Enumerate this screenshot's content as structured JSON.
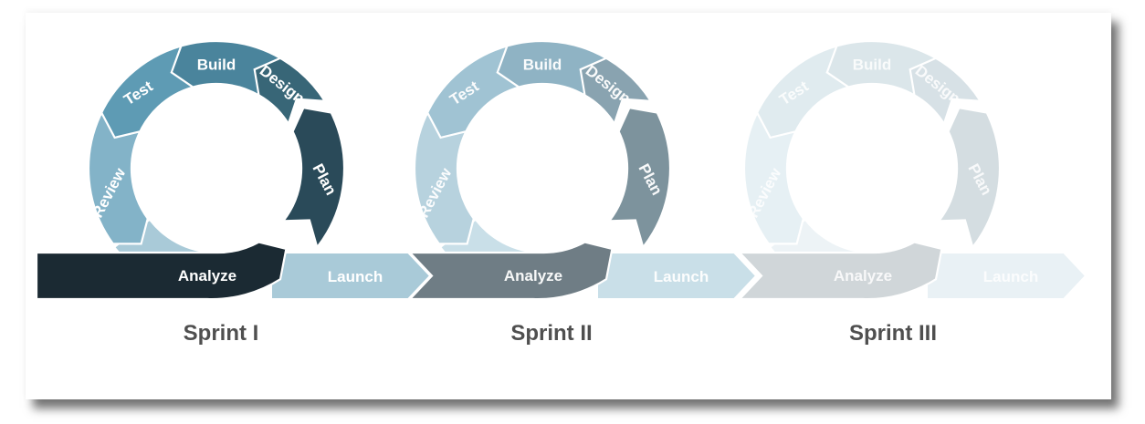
{
  "diagram": {
    "phases": [
      "Analyze",
      "Plan",
      "Design",
      "Build",
      "Test",
      "Review",
      "Launch"
    ],
    "sprints": [
      {
        "name": "Sprint I",
        "colors": {
          "Analyze": "#1b2a33",
          "Plan": "#2a4a59",
          "Design": "#386677",
          "Build": "#4a849c",
          "Test": "#5e9bb4",
          "Review": "#83b3c8",
          "tail": "#a9cad8",
          "Launch": "#a9cad8"
        },
        "label_opacity": 1
      },
      {
        "name": "Sprint II",
        "colors": {
          "Analyze": "#6f7d85",
          "Plan": "#7d939d",
          "Design": "#89a3b0",
          "Build": "#8fb3c4",
          "Test": "#a0c3d3",
          "Review": "#b7d2de",
          "tail": "#c9dfe8",
          "Launch": "#c9dfe8"
        },
        "label_opacity": 0.95
      },
      {
        "name": "Sprint III",
        "colors": {
          "Analyze": "#d0d6d9",
          "Plan": "#d4dde1",
          "Design": "#d7e1e6",
          "Build": "#dbe6ea",
          "Test": "#e0ebef",
          "Review": "#e6f0f4",
          "tail": "#edf3f6",
          "Launch": "#e9f1f5"
        },
        "label_opacity": 0.85
      }
    ]
  }
}
